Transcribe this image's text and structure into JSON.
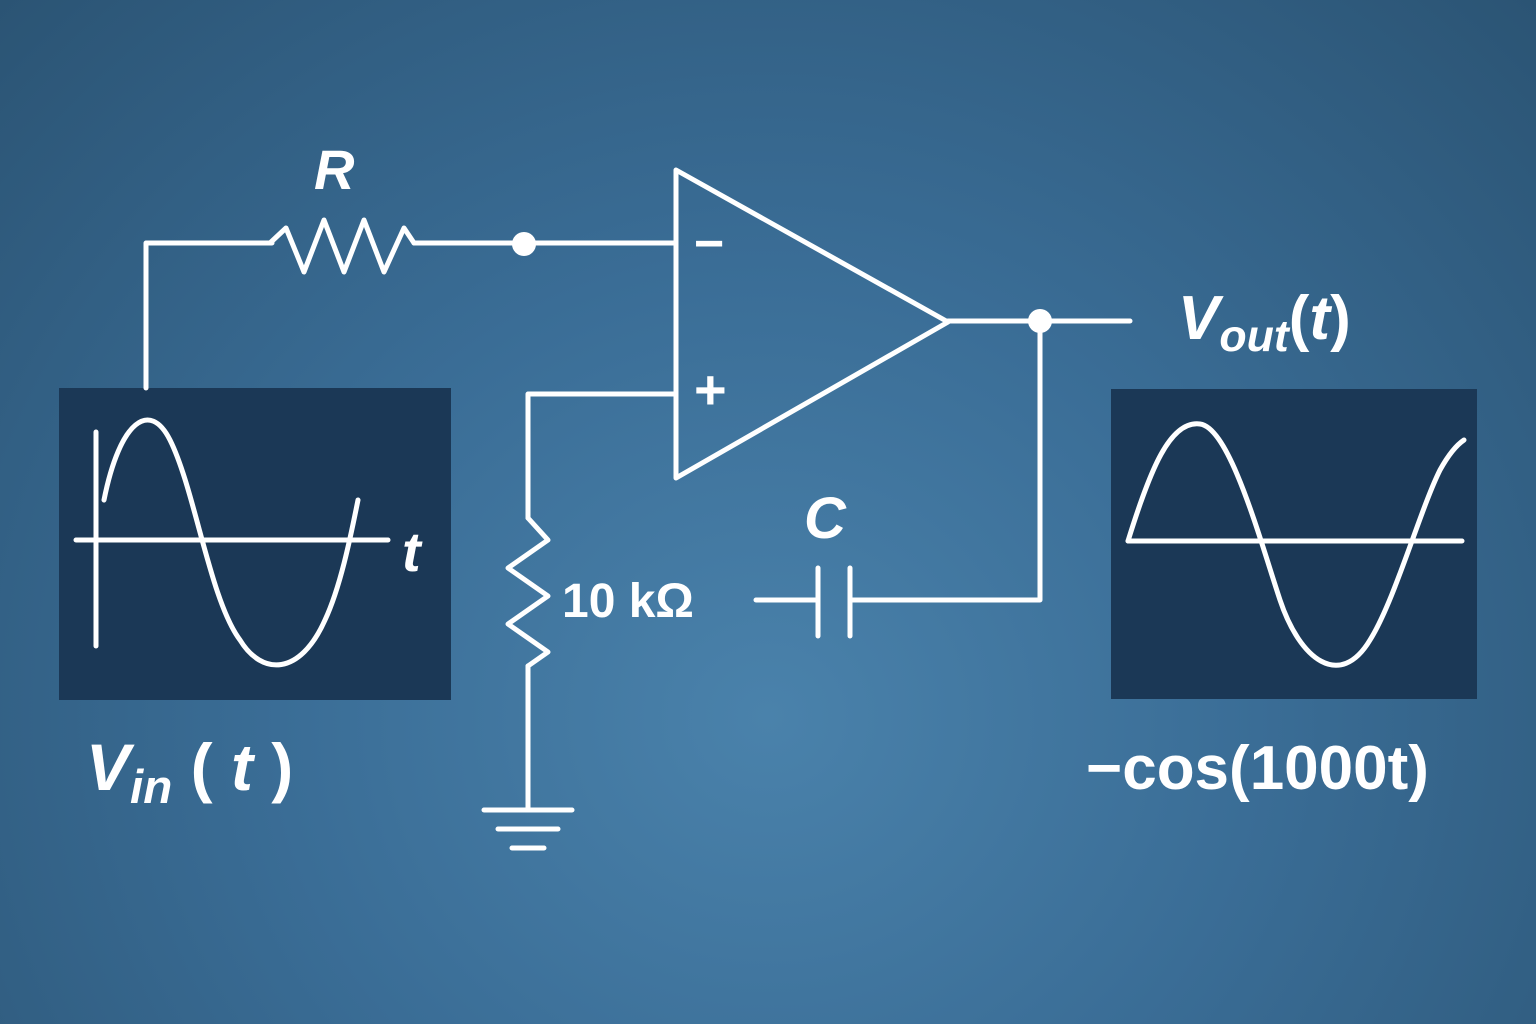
{
  "labels": {
    "resistor": "R",
    "capacitor": "C",
    "resistor_value": "10 kΩ",
    "input_time_axis": "t",
    "minus_sign": "−",
    "plus_sign": "+",
    "vin": {
      "main": "V",
      "sub": "in",
      "open": "(",
      "var": "t",
      "close": ")"
    },
    "vout": {
      "main": "V",
      "sub": "out",
      "open": "(",
      "var": "t",
      "close": ")"
    },
    "output_expr": "−cos(1000t)"
  },
  "colors": {
    "wire": "#ffffff",
    "scope_bg": "#1b3856",
    "bg_light": "#4a82ab",
    "bg_dark": "#2b5474"
  }
}
